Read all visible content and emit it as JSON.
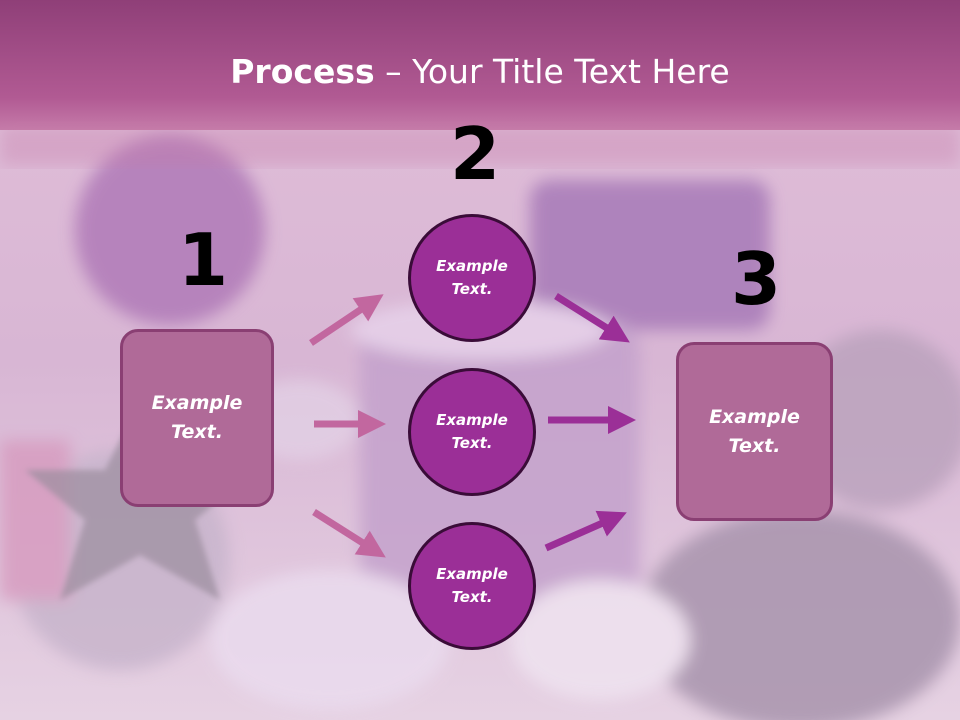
{
  "title": {
    "bold": "Process",
    "rest": " – Your Title Text Here"
  },
  "steps": {
    "one": "1",
    "two": "2",
    "three": "3"
  },
  "left_box": "Example\nText.",
  "right_box": "Example\nText.",
  "circles": [
    "Example\nText.",
    "Example\nText.",
    "Example\nText."
  ],
  "colors": {
    "header": "#a4558a",
    "box": "#b06a98",
    "circle": "#9b2f97",
    "arrow_left": "#c2679f",
    "arrow_right": "#9b2f97"
  }
}
